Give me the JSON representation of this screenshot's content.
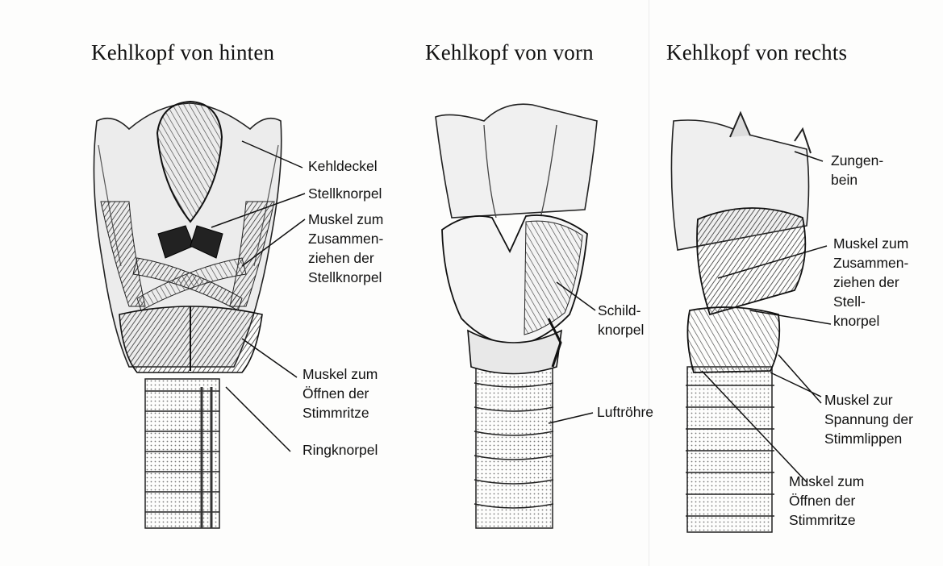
{
  "titles": {
    "back": "Kehlkopf von hinten",
    "front": "Kehlkopf von vorn",
    "right": "Kehlkopf von rechts"
  },
  "labels": {
    "back": {
      "epiglottis": "Kehldeckel",
      "arytenoid": "Stellknorpel",
      "adductor": [
        "Muskel zum",
        "Zusammen-",
        "ziehen der",
        "Stellknorpel"
      ],
      "abductor": [
        "Muskel zum",
        "Öffnen der",
        "Stimmritze"
      ],
      "cricoid": "Ringknorpel"
    },
    "front": {
      "thyroid": [
        "Schild-",
        "knorpel"
      ],
      "trachea": "Luftröhre"
    },
    "right": {
      "hyoid": [
        "Zungen-",
        "bein"
      ],
      "adductor": [
        "Muskel zum",
        "Zusammen-",
        "ziehen der",
        "Stell-",
        "knorpel"
      ],
      "tensor": [
        "Muskel zur",
        "Spannung der",
        "Stimmlippen"
      ],
      "abductor": [
        "Muskel zum",
        "Öffnen der",
        "Stimmritze"
      ]
    }
  }
}
